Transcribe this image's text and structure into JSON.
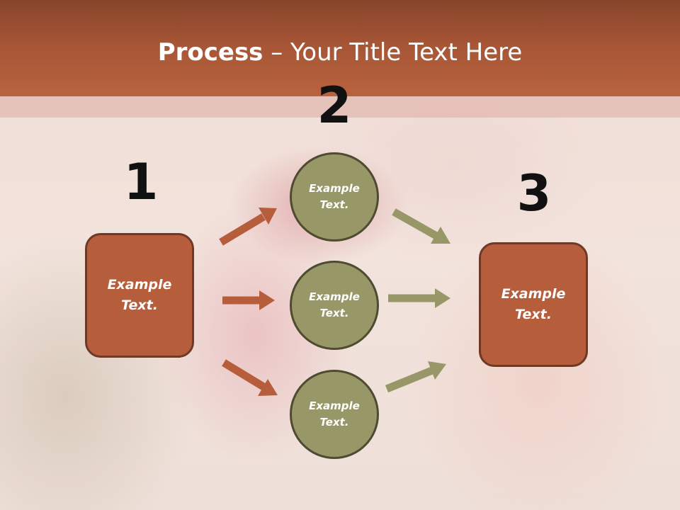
{
  "slide": {
    "title_bold": "Process",
    "title_rest": " – Your Title Text Here"
  },
  "steps": {
    "one": {
      "number": "1",
      "label": "Example\nText."
    },
    "two": {
      "number": "2",
      "circles": [
        {
          "label": "Example\nText."
        },
        {
          "label": "Example\nText."
        },
        {
          "label": "Example\nText."
        }
      ]
    },
    "three": {
      "number": "3",
      "label": "Example\nText."
    }
  },
  "colors": {
    "title_bar": "#a65535",
    "box_fill": "#b65e3c",
    "box_border": "#6e3a27",
    "circle_fill": "#979767",
    "circle_border": "#4f4a32",
    "arrow_left": "#b65e3c",
    "arrow_right": "#979767",
    "number_text": "#111111"
  }
}
